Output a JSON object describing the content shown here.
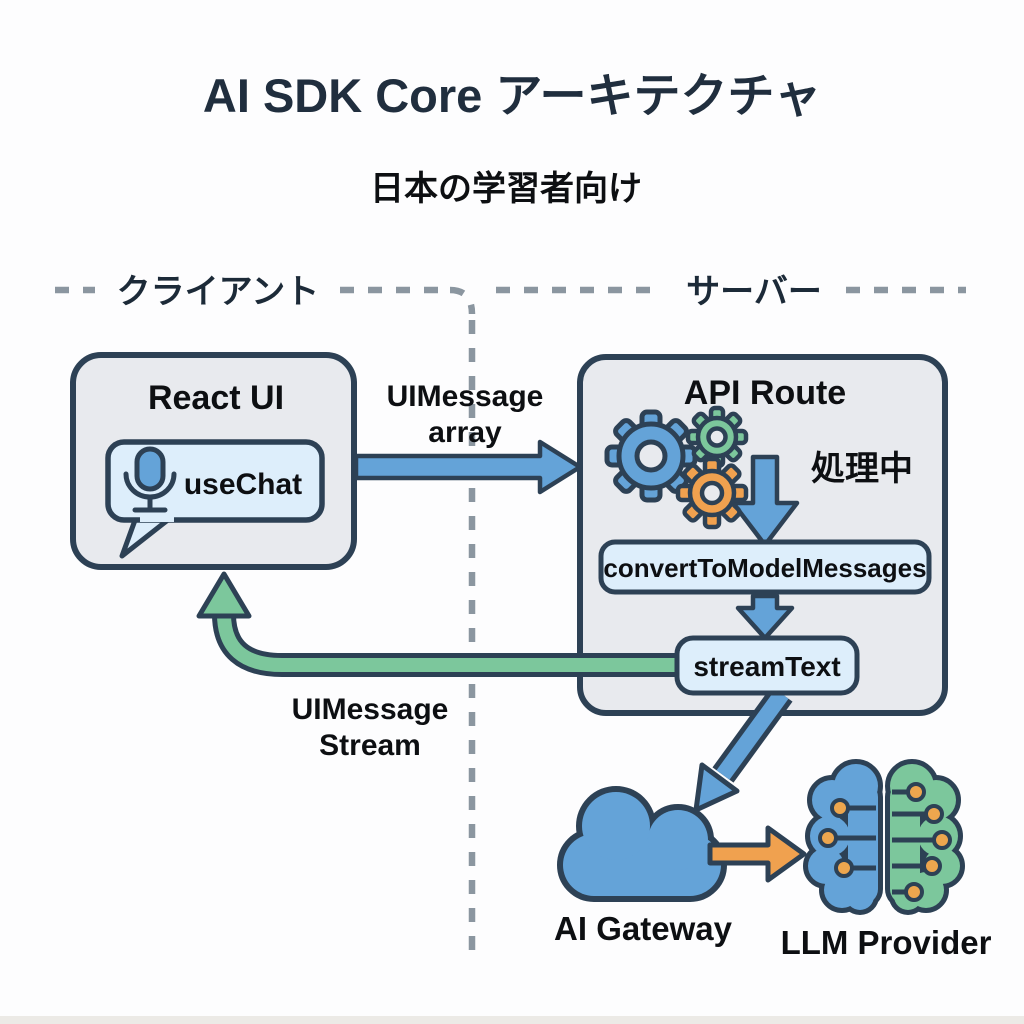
{
  "header": {
    "title": "AI SDK Core アーキテクチャ",
    "subtitle": "日本の学習者向け"
  },
  "zones": {
    "client": "クライアント",
    "server": "サーバー"
  },
  "client": {
    "title": "React UI",
    "hook": "useChat"
  },
  "server": {
    "title": "API Route",
    "processing": "処理中",
    "convert": "convertToModelMessages",
    "stream": "streamText"
  },
  "flows": {
    "request": [
      "UIMessage",
      "array"
    ],
    "response": [
      "UIMessage",
      "Stream"
    ]
  },
  "providers": {
    "gateway": "AI Gateway",
    "llm": "LLM Provider"
  },
  "icons": [
    "microphone-icon",
    "speech-bubble-icon",
    "gear-icon",
    "cloud-icon",
    "brain-icon"
  ],
  "colors": {
    "background": "#fdfdfe",
    "navy_outline": "#2d4155",
    "panel_gray": "#e8eaee",
    "light_blue": "#ddeefb",
    "blue": "#64a3d8",
    "green": "#7cc79c",
    "orange": "#f0a14f",
    "dash_gray": "#8b96a0",
    "title_navy": "#202e3e",
    "text_black": "#0d0f12"
  }
}
